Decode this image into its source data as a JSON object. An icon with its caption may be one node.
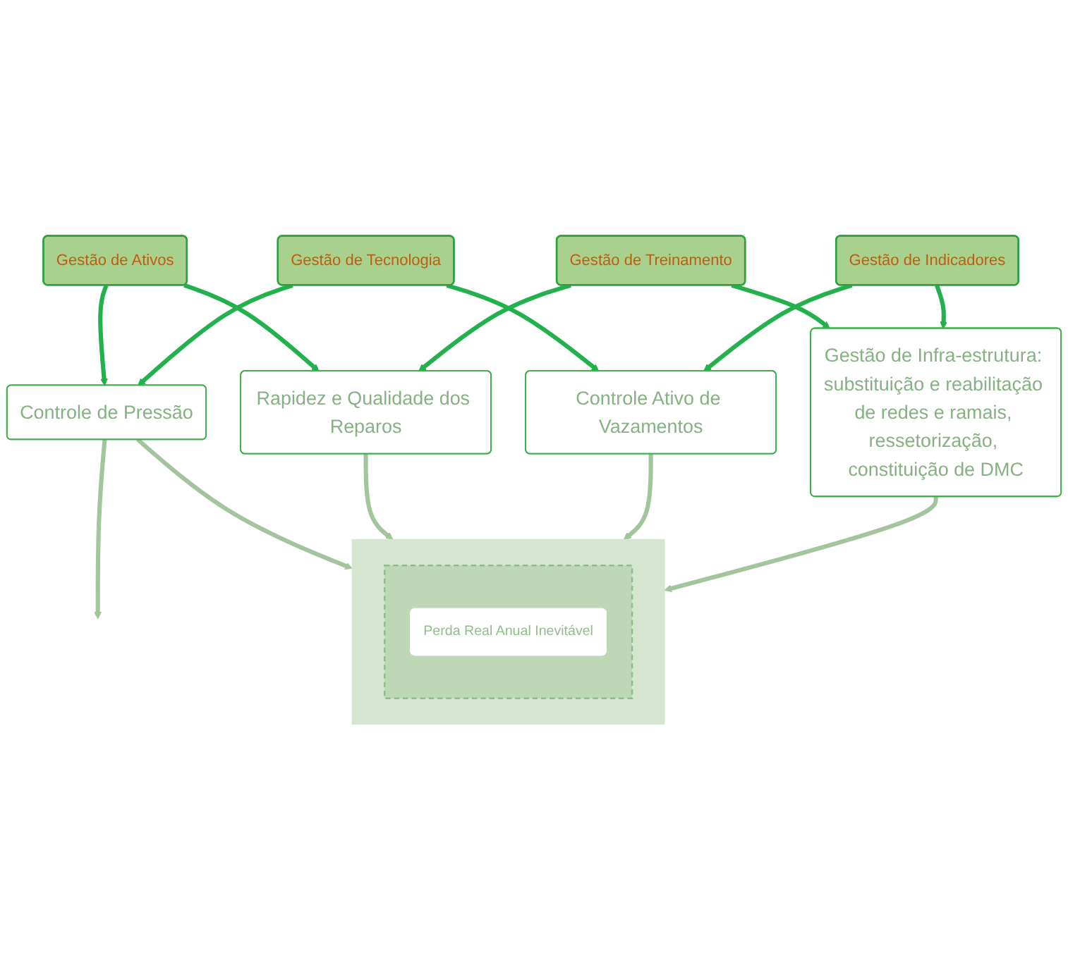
{
  "diagram": {
    "nodes": [
      {
        "text": [
          "Gestão de Ativos"
        ]
      },
      {
        "text": [
          "Gestão de Tecnologia"
        ]
      },
      {
        "text": [
          "Controle de Pressão"
        ]
      },
      {
        "text": [
          "Rapidez e Qualidade dos Reparos"
        ]
      },
      {
        "text": [],
        "shape": "box"
      },
      {
        "text": [],
        "shape": "box",
        "in": 4
      },
      {
        "text": [
          "Perda Real Anual Inevitável"
        ],
        "in": 5
      },
      {
        "text": [
          "Controle Ativo de Vazamentos"
        ]
      },
      {
        "text": [
          "Gestão de Treinamento"
        ]
      },
      {
        "text": [
          "Gestão de Infra-estrutura: substituição e reabilitação de redes e ramais, ressetorização, constituição de DMC"
        ]
      },
      {
        "text": [
          "Gestão de Indicadores"
        ]
      }
    ],
    "edges": [
      {
        "from": 0,
        "to": 2,
        "arrow": "to"
      },
      {
        "from": 1,
        "to": 2,
        "arrow": "to"
      },
      {
        "from": 2,
        "to": null,
        "arrow": "to",
        "color": "#a3c49d"
      },
      {
        "from": 0,
        "to": 3,
        "arrow": "to"
      },
      {
        "from": 1,
        "to": 7,
        "arrow": "to"
      },
      {
        "from": 2,
        "to": 4,
        "arrow": "to",
        "color": "#a3c49d"
      },
      {
        "from": 3,
        "to": 4,
        "arrow": "to",
        "color": "#a3c49d"
      },
      {
        "from": 7,
        "to": 4,
        "arrow": "to",
        "color": "#a3c49d"
      },
      {
        "from": 9,
        "to": 4,
        "arrow": "to",
        "color": "#a3c49d"
      },
      {
        "from": 8,
        "to": 3,
        "arrow": "to"
      },
      {
        "from": 10,
        "to": 7,
        "arrow": "to"
      },
      {
        "from": 8,
        "to": 9,
        "arrow": "to"
      },
      {
        "from": 10,
        "to": 9,
        "arrow": "to"
      }
    ]
  }
}
